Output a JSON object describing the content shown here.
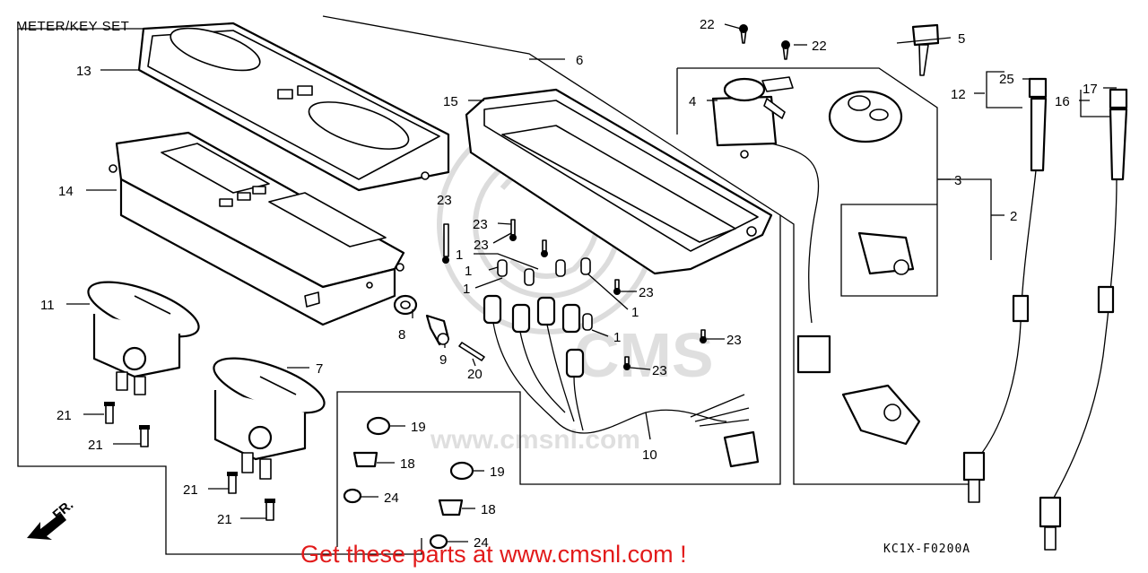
{
  "title": "METER/KEY SET",
  "diagram_code": "KC1X-F0200A",
  "promo_text": "Get these parts at www.cmsnl.com !",
  "watermark": {
    "brand": "CMS",
    "url": "www.cmsnl.com"
  },
  "front_indicator": "FR.",
  "callouts": {
    "c13": "13",
    "c14": "14",
    "c11": "11",
    "c7": "7",
    "c6": "6",
    "c15": "15",
    "c4": "4",
    "c5": "5",
    "c22a": "22",
    "c22b": "22",
    "c3": "3",
    "c2": "2",
    "c12": "12",
    "c25": "25",
    "c16": "16",
    "c17": "17",
    "c23a": "23",
    "c23b": "23",
    "c23c": "23",
    "c23d": "23",
    "c23e": "23",
    "c23f": "23",
    "c1a": "1",
    "c1b": "1",
    "c1c": "1",
    "c1d": "1",
    "c1e": "1",
    "c8": "8",
    "c9": "9",
    "c20": "20",
    "c10": "10",
    "c19a": "19",
    "c19b": "19",
    "c18a": "18",
    "c18b": "18",
    "c24a": "24",
    "c24b": "24",
    "c21a": "21",
    "c21b": "21",
    "c21c": "21",
    "c21d": "21"
  }
}
